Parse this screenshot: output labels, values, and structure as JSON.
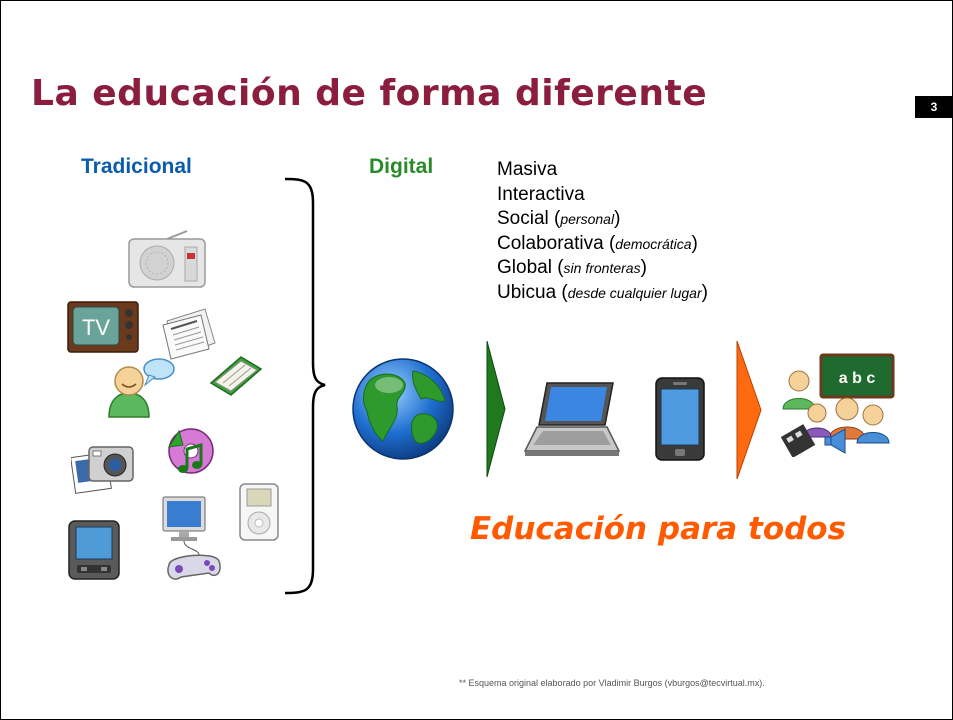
{
  "slide": {
    "title": "La educación de forma diferente",
    "page_number": "3",
    "label_traditional": "Tradicional",
    "label_digital": "Digital",
    "features": [
      {
        "name": "Masiva",
        "open": "",
        "note": "",
        "close": ""
      },
      {
        "name": "Interactiva",
        "open": "",
        "note": "",
        "close": ""
      },
      {
        "name": "Social ",
        "open": "(",
        "note": "personal",
        "close": ")"
      },
      {
        "name": "Colaborativa ",
        "open": "(",
        "note": "democrática",
        "close": ")"
      },
      {
        "name": "Global ",
        "open": "(",
        "note": "sin fronteras",
        "close": ")"
      },
      {
        "name": "Ubicua ",
        "open": "(",
        "note": "desde cualquier lugar",
        "close": ")"
      }
    ],
    "slogan": "Educación para todos",
    "credit": "** Esquema original elaborado por Vladimir Burgos (vburgos@tecvirtual.mx).",
    "tv_label": "TV",
    "chalkboard_text": "a b c"
  },
  "colors": {
    "title": "#8b1e3f",
    "traditional": "#0b5cad",
    "digital": "#2a8a2a",
    "slogan": "#ff5a00",
    "green_arrow": "#1f7a1f",
    "orange_arrow": "#ff6a10"
  },
  "icons": [
    "radio-icon",
    "television-icon",
    "newspaper-icon",
    "chat-person-icon",
    "book-icon",
    "camera-icon",
    "music-disc-icon",
    "ipod-icon",
    "computer-gamepad-icon",
    "pda-icon",
    "globe-icon",
    "laptop-icon",
    "smartphone-icon",
    "students-classroom-icon"
  ]
}
